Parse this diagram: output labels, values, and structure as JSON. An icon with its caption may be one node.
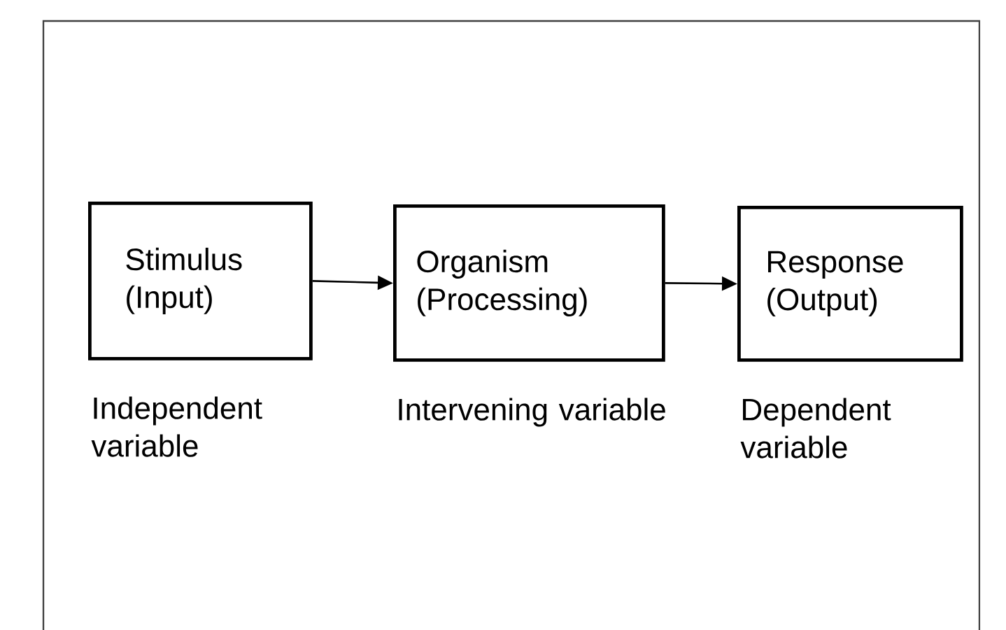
{
  "diagram": {
    "nodes": [
      {
        "text": [
          "Stimulus (Input)"
        ],
        "beside": [
          "Independent variable"
        ]
      },
      {
        "text": [
          "Organism (Processing)"
        ],
        "beside": [
          "Intervening variable"
        ]
      },
      {
        "text": [
          "Response (Output)"
        ],
        "beside": [
          "Dependent variable"
        ]
      }
    ],
    "edges": [
      {
        "from": 0,
        "to": 1,
        "arrow": "to"
      },
      {
        "from": 1,
        "to": 2,
        "arrow": "to"
      }
    ]
  }
}
